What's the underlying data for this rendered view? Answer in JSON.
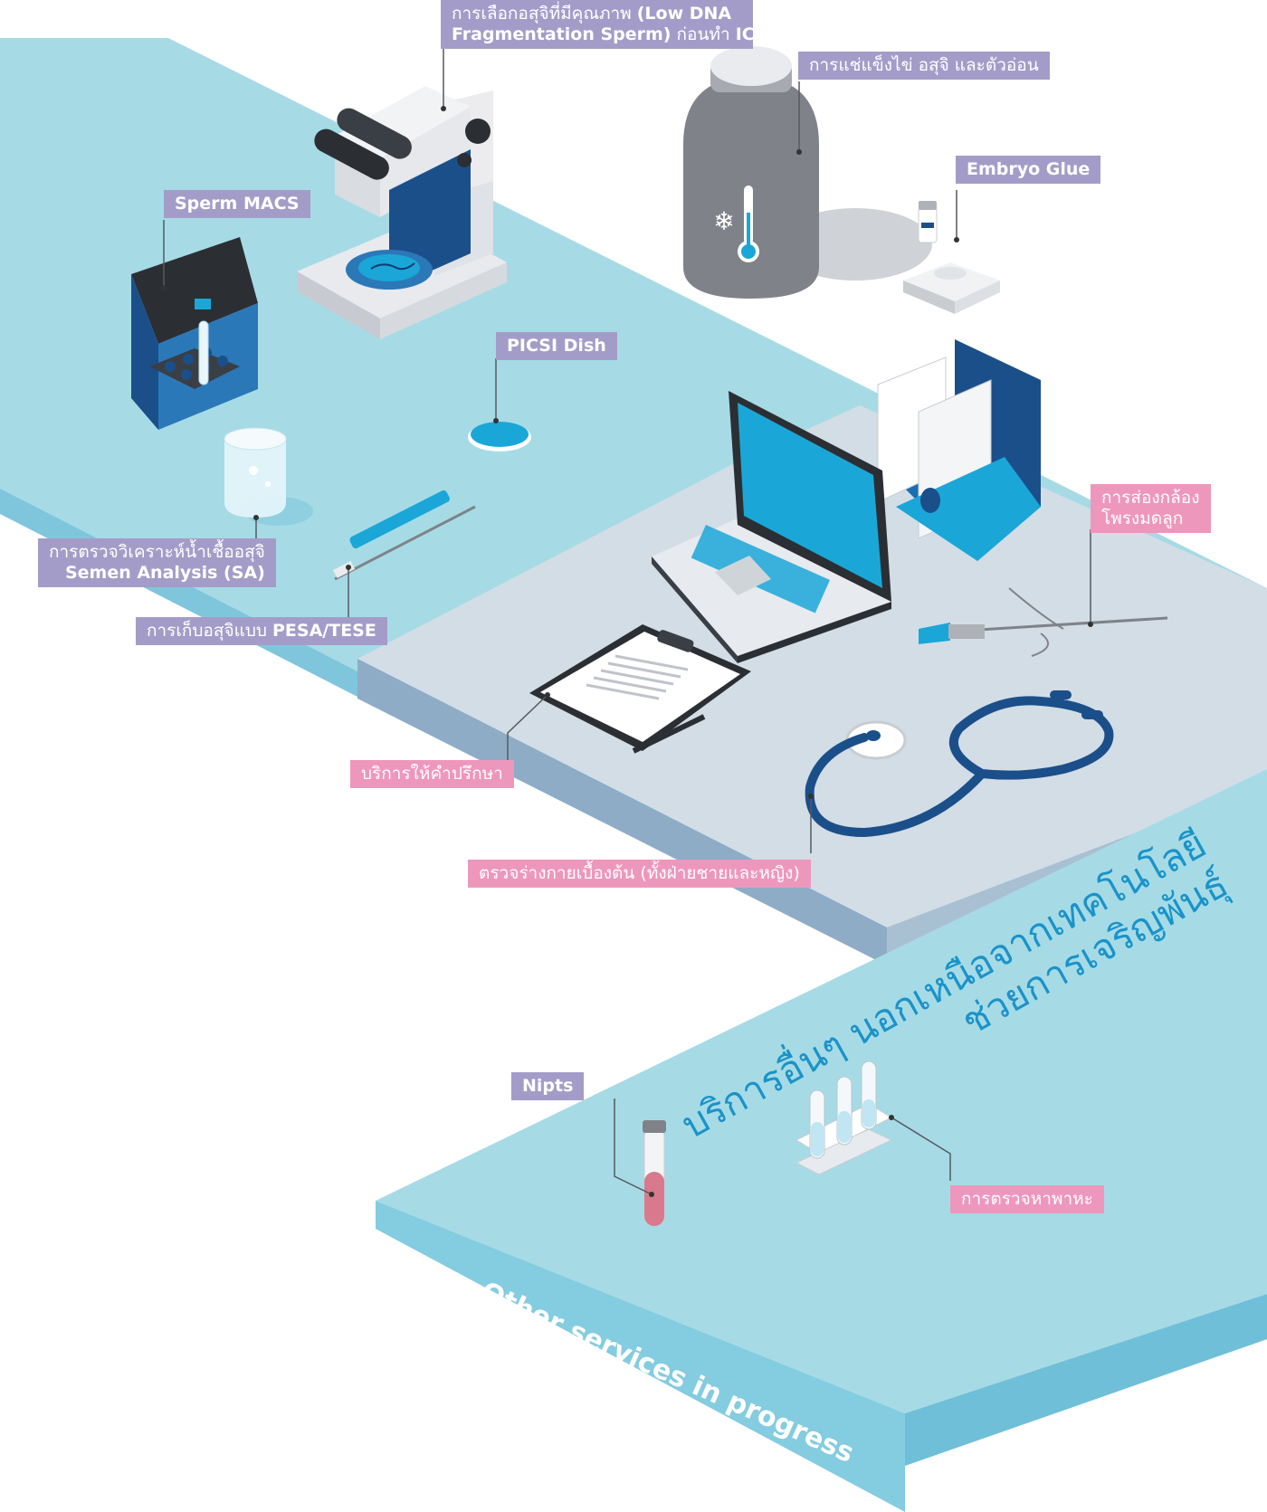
{
  "labels": {
    "icsi_line1_thai": "การเลือกอสุจิที่มีคุณภาพ",
    "icsi_line1_en": "(Low DNA",
    "icsi_line2_en": "Fragmentation Sperm)",
    "icsi_line2_thai": "ก่อนทำ",
    "icsi_line2_icsi": "ICSI",
    "freezing": "การแช่แข็งไข่ อสุจิ และตัวอ่อน",
    "embryo_glue": "Embryo Glue",
    "sperm_macs": "Sperm MACS",
    "picsi_dish": "PICSI Dish",
    "semen_line1": "การตรวจวิเคราะห์น้ำเชื้ออสุจิ",
    "semen_line2": "Semen Analysis (SA)",
    "pesa_thai": "การเก็บอสุจิแบบ",
    "pesa_en": "PESA/TESE",
    "hysteroscopy_line1": "การส่องกล้อง",
    "hysteroscopy_line2": "โพรงมดลูก",
    "consultation": "บริการให้คำปรึกษา",
    "physical_exam": "ตรวจร่างกายเบื้องต้น (ทั้งฝ่ายชายและหญิง)",
    "nipts": "Nipts",
    "std_test": "การตรวจหาพาหะ"
  },
  "section_title": {
    "line1": "บริการอื่นๆ นอกเหนือจากเทคโนโลยี",
    "line2": "ช่วยการเจริญพันธุ์"
  },
  "footer_text": "Other services in progress",
  "colors": {
    "platform_light": "#a6dbe6",
    "platform_side": "#7fc6dc",
    "grey_platform": "#d3dde6",
    "label_purple": "#a49cc8",
    "label_pink": "#ee97bc",
    "navy": "#1b4f8a",
    "accent_blue": "#1aa7d8"
  }
}
